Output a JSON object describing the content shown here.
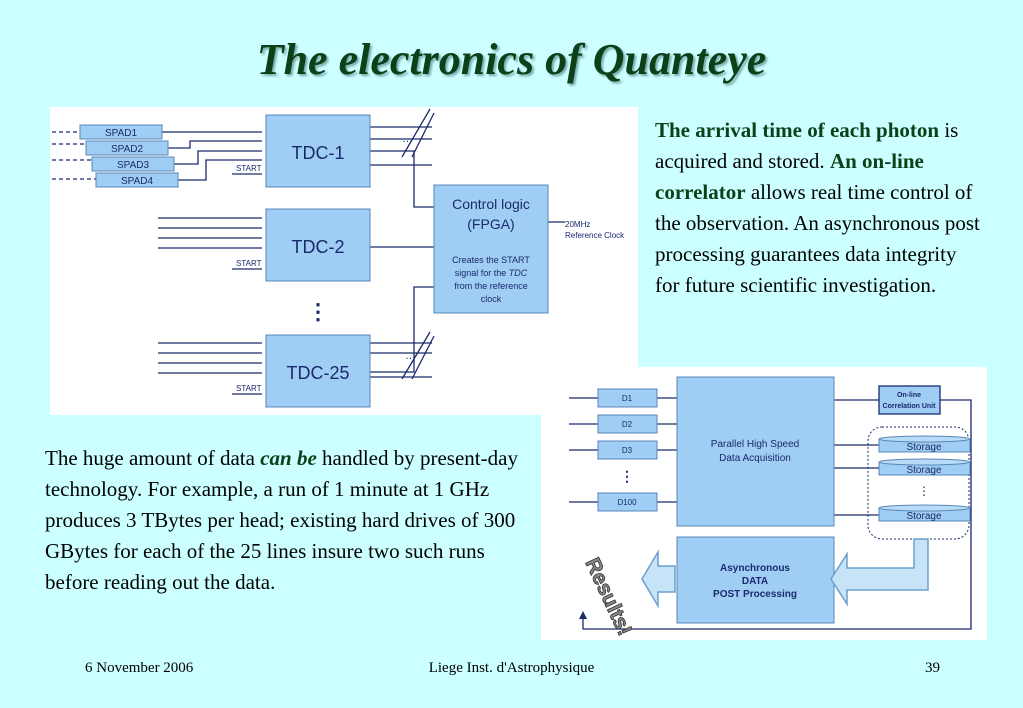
{
  "title": "The electronics of Quanteye",
  "diagram1": {
    "spads": [
      "SPAD1",
      "SPAD2",
      "SPAD3",
      "SPAD4"
    ],
    "tdcs": [
      "TDC-1",
      "TDC-2",
      "TDC-25"
    ],
    "start_label": "START",
    "ellipsis": "…",
    "vdots": "⋮",
    "control_title_1": "Control logic",
    "control_title_2": "(FPGA)",
    "control_desc_1": "Creates the START",
    "control_desc_2a": "signal for the ",
    "control_desc_2b": "TDC",
    "control_desc_3": "from the reference",
    "control_desc_4": "clock",
    "clock_1": "20MHz",
    "clock_2": "Reference Clock"
  },
  "diagram2": {
    "channels": [
      "D1",
      "D2",
      "D3",
      "D100"
    ],
    "vdots": "⋮",
    "acq_1": "Parallel High Speed",
    "acq_2": "Data Acquisition",
    "corr_1": "On-line",
    "corr_2": "Correlation Unit",
    "storage_label": "Storage",
    "post_1": "Asynchronous",
    "post_2": "DATA",
    "post_3": "POST Processing",
    "results": "Results!"
  },
  "para1": {
    "b1": "The arrival time of each photon",
    "t1": " is acquired and stored. ",
    "b2": "An on-line correlator",
    "t2": "  allows real time control of the observation. An asynchronous post processing guarantees data integrity for future scientific investigation."
  },
  "para2": {
    "t1": "The huge amount of data ",
    "bi": "can be",
    "t2": " handled by present-day technology. For example, a run of 1 minute at 1 GHz produces 3 TBytes per head; existing hard drives of 300 GBytes for each of the 25 lines insure two such runs before reading out the data."
  },
  "footer": {
    "date": "6 November 2006",
    "institution": "Liege Inst. d'Astrophysique",
    "page": "39"
  },
  "colors": {
    "background": "#ccffff",
    "title": "#0d3f18",
    "box_fill": "#9fcdf4",
    "box_stroke": "#5a87b8",
    "line": "#1a2a6c"
  }
}
